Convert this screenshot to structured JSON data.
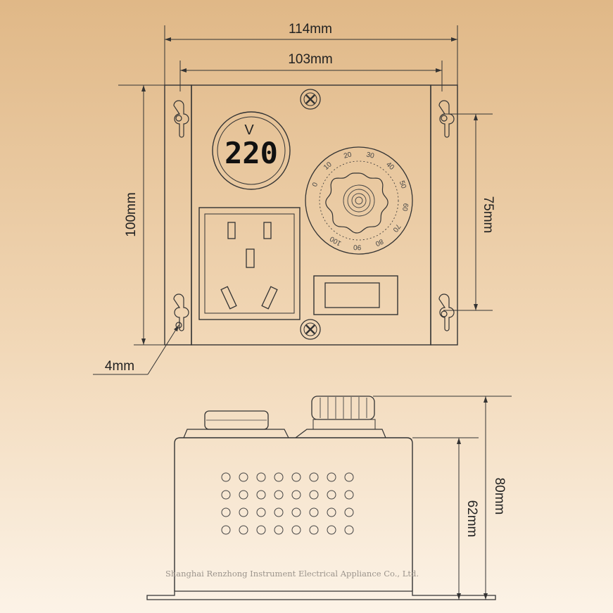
{
  "dimensions": {
    "total_width": "114mm",
    "mount_width": "103mm",
    "height": "100mm",
    "mount_height": "75mm",
    "hole": "4mm",
    "total_depth": "80mm",
    "body_depth": "62mm"
  },
  "voltmeter": {
    "unit": "V",
    "reading": "220"
  },
  "dial_scale": [
    "0",
    "10",
    "20",
    "30",
    "40",
    "50",
    "60",
    "70",
    "80",
    "90",
    "100"
  ],
  "watermark": "Shanghai Renzhong Instrument Electrical Appliance Co., Ltd.",
  "colors": {
    "bg_top": "#e0b887",
    "bg_bottom": "#fcf3e7",
    "line": "#333333"
  },
  "icons": [
    "screw-icon",
    "keyhole-slot-icon",
    "socket-icon",
    "rocker-switch-icon",
    "knob-icon"
  ]
}
